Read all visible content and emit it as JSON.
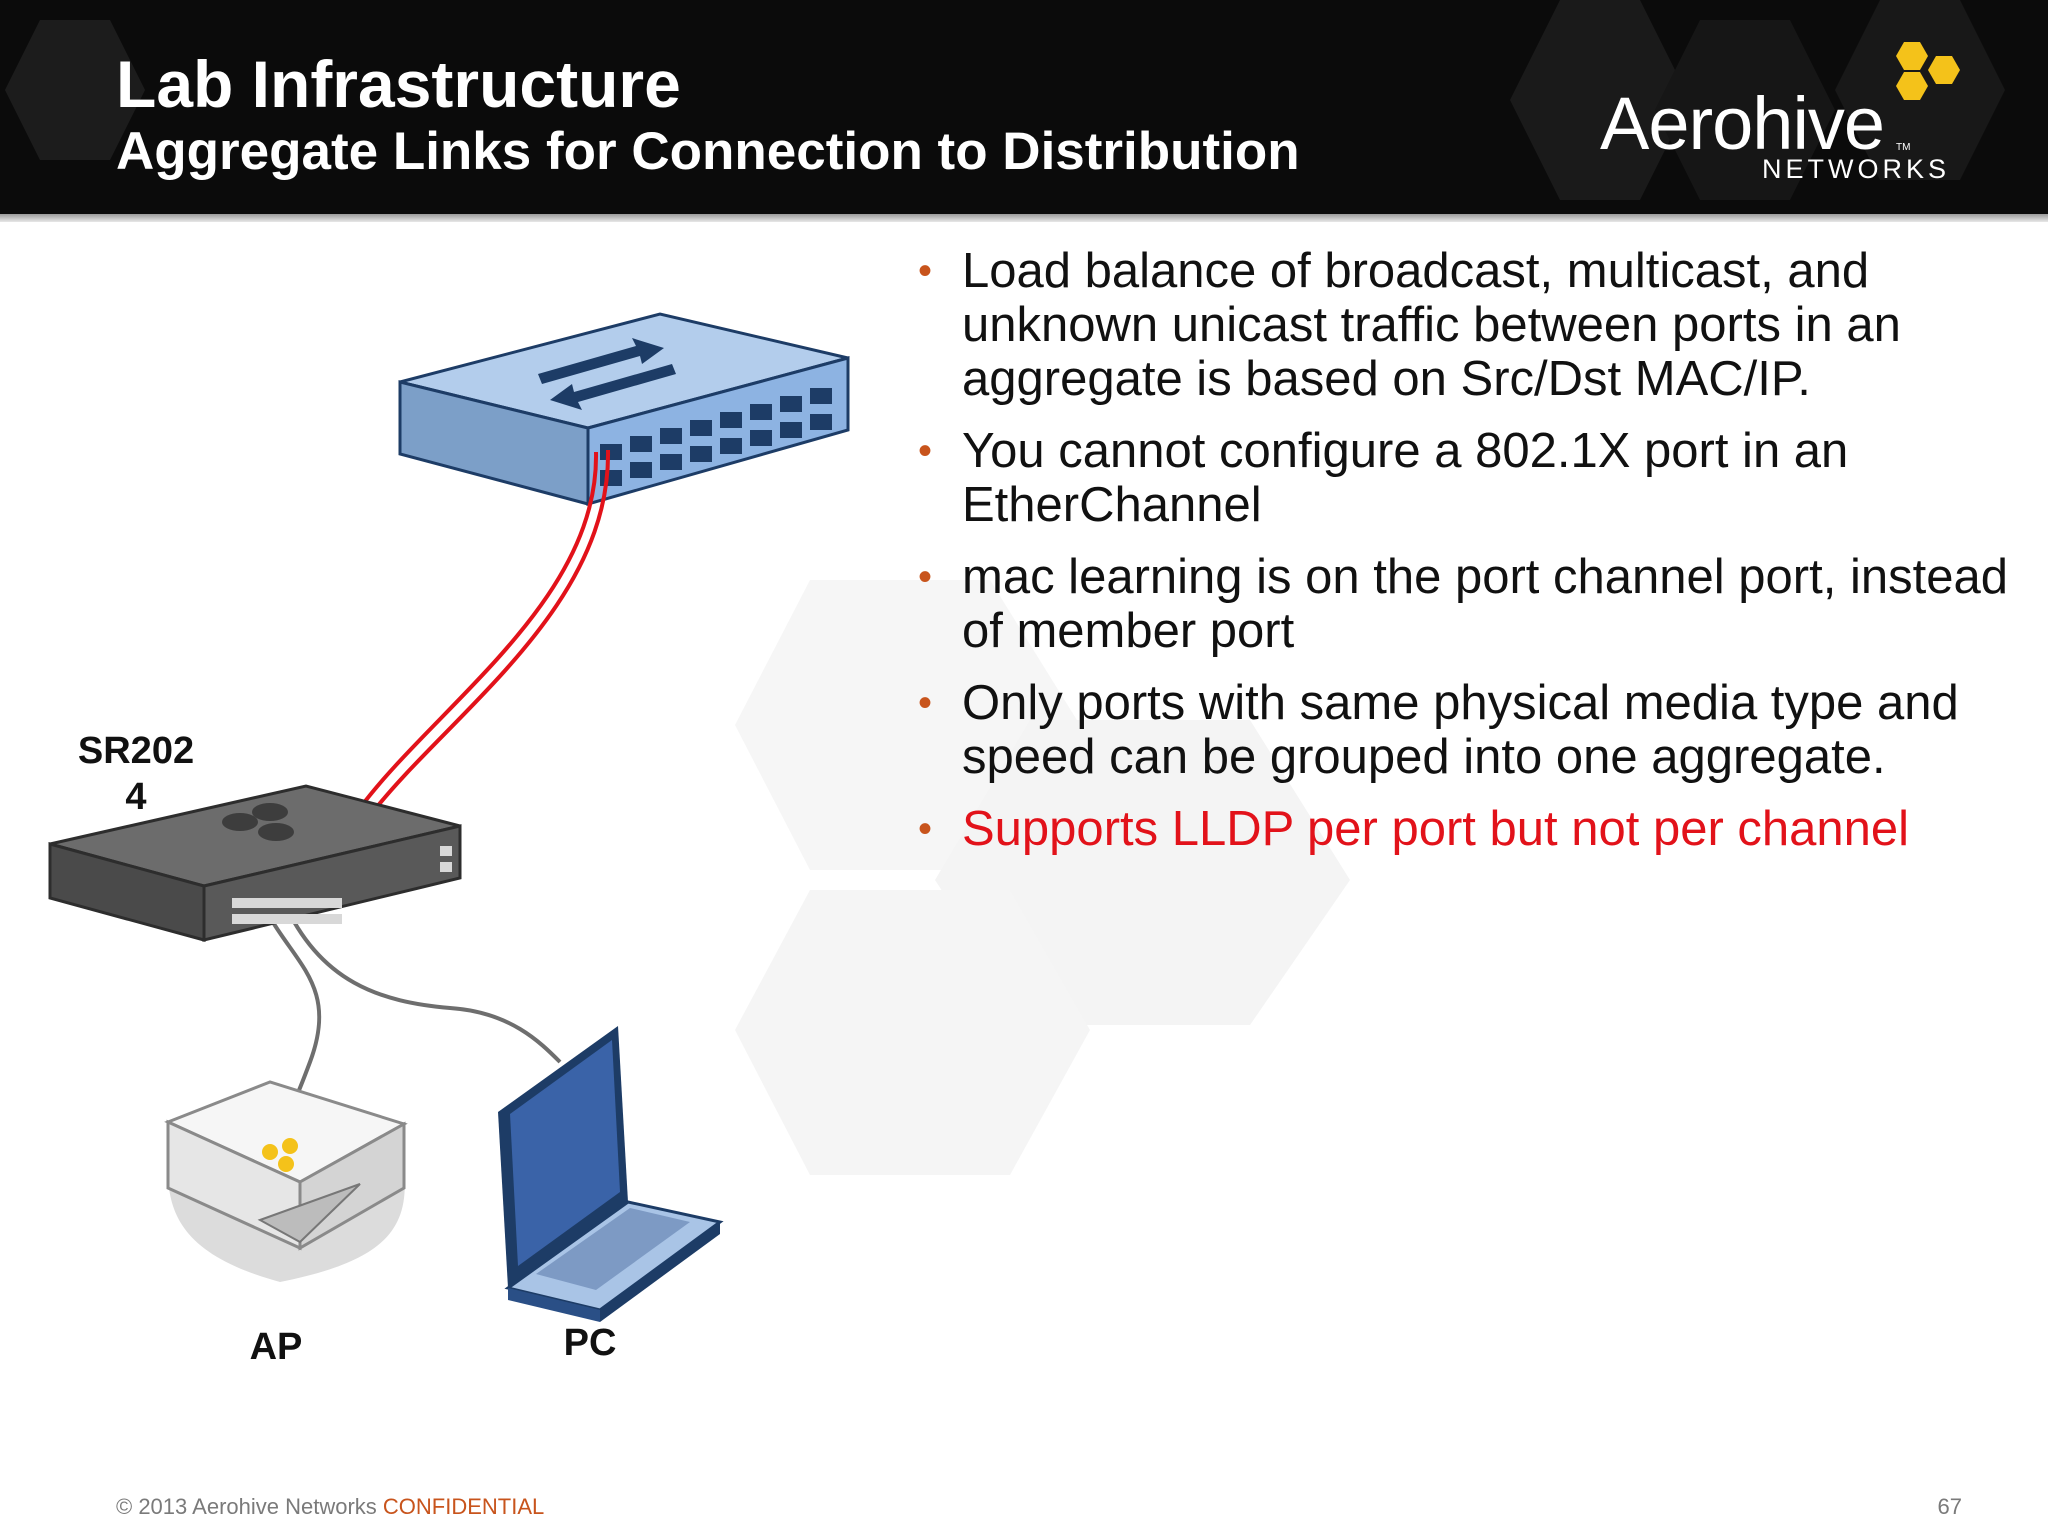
{
  "header": {
    "title": "Lab Infrastructure",
    "subtitle": "Aggregate Links for Connection to Distribution"
  },
  "logo": {
    "name": "Aerohive",
    "tm": "TM",
    "sub": "NETWORKS"
  },
  "diagram": {
    "switch_label": "SR2024",
    "switch_label_line1": "SR202",
    "switch_label_line2": "4",
    "ap_label": "AP",
    "pc_label": "PC"
  },
  "bullets": [
    "Load balance of broadcast, multicast, and unknown unicast traffic between ports in an aggregate is based on Src/Dst MAC/IP.",
    "You cannot configure a 802.1X port in an EtherChannel",
    "mac learning is on the port channel port, instead of member port",
    "Only ports with same physical media type and speed can be grouped into one aggregate.",
    "Supports LLDP per port but not per channel"
  ],
  "footer": {
    "copyright": "© 2013 Aerohive Networks ",
    "confidential": "CONFIDENTIAL",
    "page": "67"
  },
  "colors": {
    "header_bg": "#0b0b0b",
    "bullet_dot": "#c8541c",
    "highlight_red": "#e2121a",
    "logo_yellow": "#f4c21a",
    "link_red": "#e2121a",
    "cable_gray": "#6e6e6e",
    "distribution_switch_blue": "#8db3e2"
  }
}
